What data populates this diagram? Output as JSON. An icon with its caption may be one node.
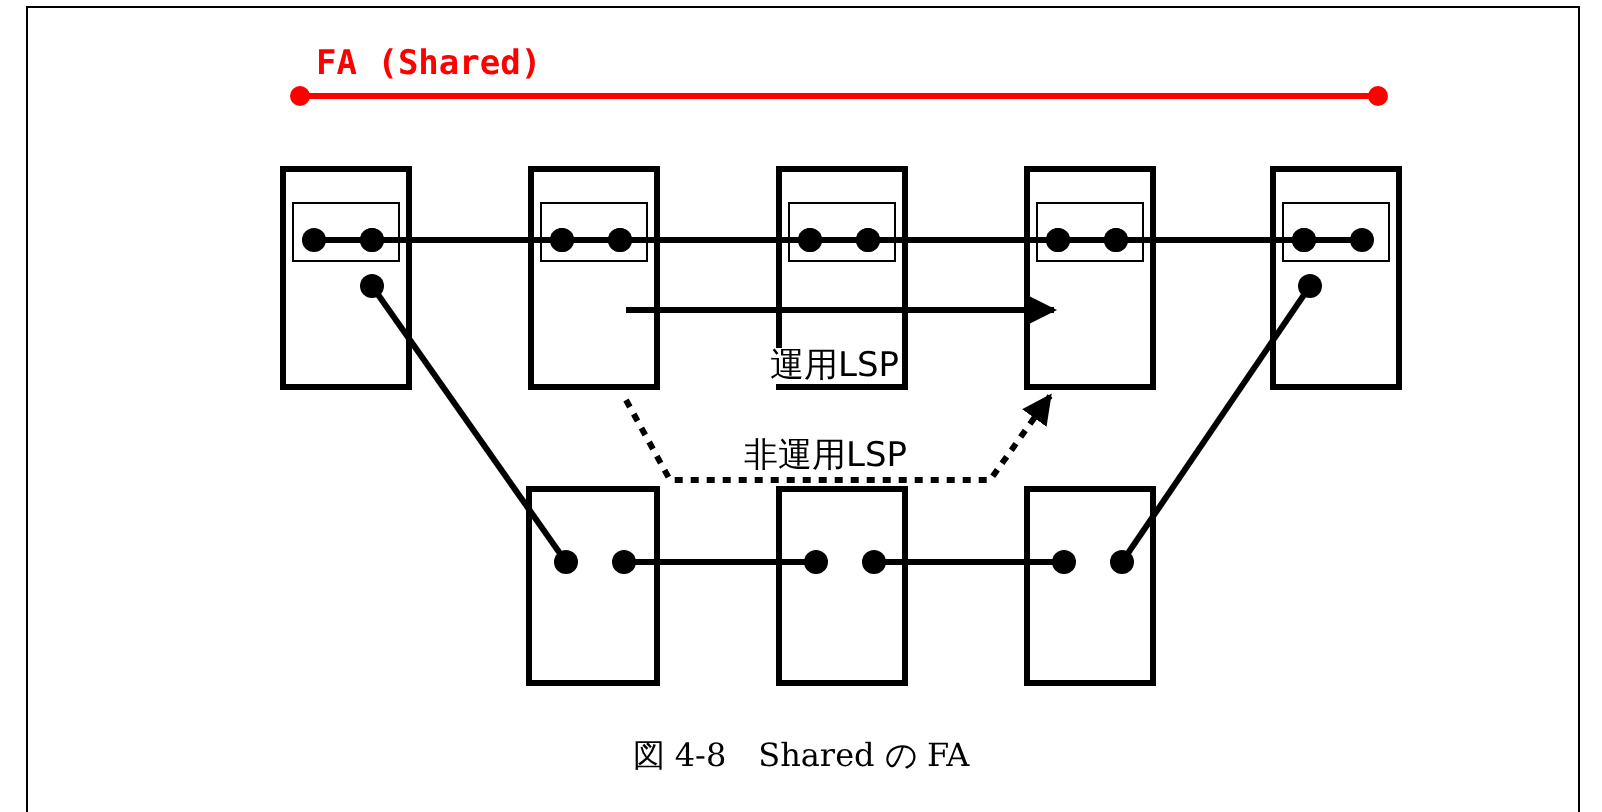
{
  "diagram": {
    "caption": "図 4-8　Shared の FA",
    "nodes": [
      {
        "text": [],
        "shape": "box"
      },
      {
        "text": [],
        "shape": "box"
      },
      {
        "text": [],
        "shape": "box"
      },
      {
        "text": [],
        "shape": "box"
      },
      {
        "text": [],
        "shape": "box"
      },
      {
        "text": [],
        "shape": "box",
        "in": 0
      },
      {
        "text": [],
        "shape": "box",
        "in": 1
      },
      {
        "text": [],
        "shape": "box",
        "in": 2
      },
      {
        "text": [],
        "shape": "box",
        "in": 3
      },
      {
        "text": [],
        "shape": "box",
        "in": 4
      },
      {
        "text": [],
        "shape": "box"
      },
      {
        "text": [],
        "shape": "box"
      },
      {
        "text": [],
        "shape": "box"
      }
    ],
    "edges": [
      {
        "from": 5,
        "to": 6,
        "arrow": "other"
      },
      {
        "from": 6,
        "to": 7,
        "arrow": "other"
      },
      {
        "from": 7,
        "to": 8,
        "arrow": "other"
      },
      {
        "from": 8,
        "to": 9,
        "arrow": "other"
      },
      {
        "from": 0,
        "to": 10,
        "arrow": "other"
      },
      {
        "from": 10,
        "to": 11,
        "arrow": "other"
      },
      {
        "from": 11,
        "to": 12,
        "arrow": "other"
      },
      {
        "from": 12,
        "to": 4,
        "arrow": "other"
      },
      {
        "from": 1,
        "to": 3,
        "arrow": "to",
        "label": "運用LSP"
      },
      {
        "from": 1,
        "to": 3,
        "arrow": "to",
        "label": "非運用LSP",
        "style": "dashed"
      }
    ],
    "labels": [
      "FA (Shared)"
    ]
  }
}
